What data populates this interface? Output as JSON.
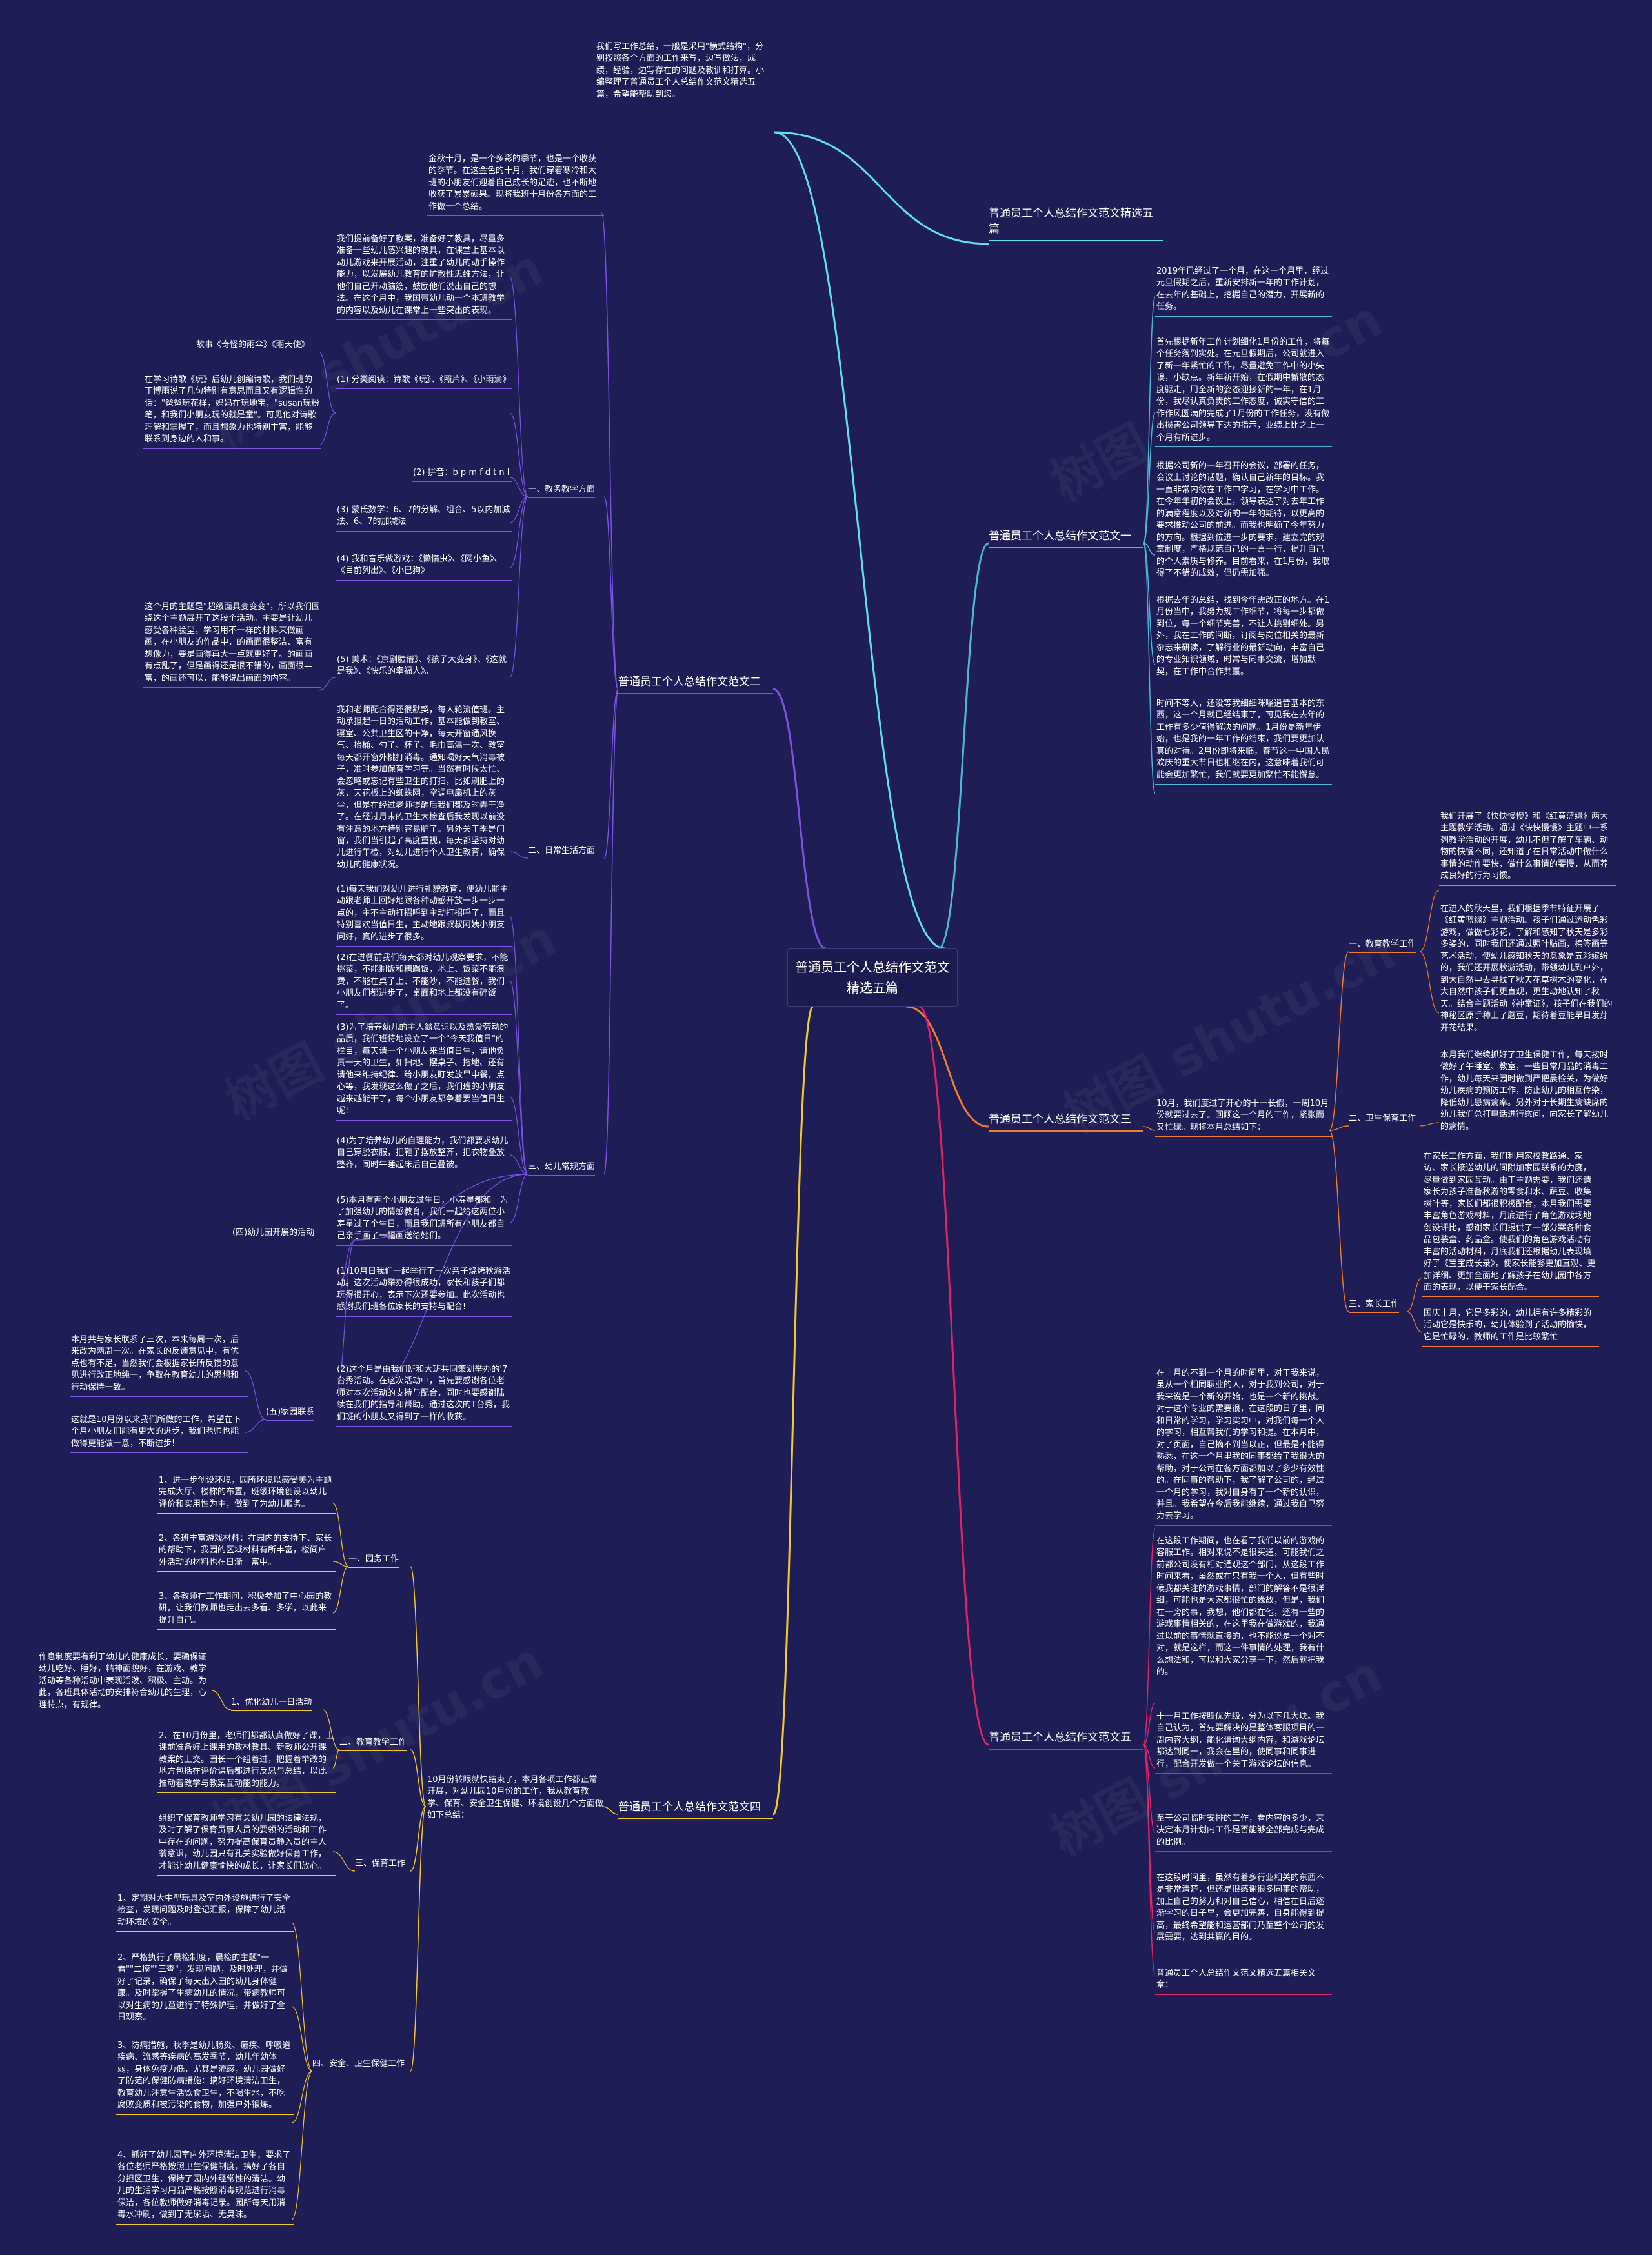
{
  "colors": {
    "background": "#1e1d55",
    "branch1": "#5ce3e8",
    "branch2": "#7b54e6",
    "branch3": "#f27b2e",
    "branch4": "#f5c92a",
    "branch5": "#e3226a"
  },
  "watermark": "树图 shutu.cn",
  "center": "普通员工个人总结作文范文精选五篇",
  "intro": "我们写工作总结，一般是采用\"横式结构\"，分别按照各个方面的工作来写，边写做法，成绩，经验，边写存在的问题及教训和打算。小编整理了普通员工个人总结作文范文精选五篇，希望能帮助到您。",
  "b1": {
    "title": "普通员工个人总结作文范文精选五篇",
    "title_l1": "普通员工个人总结作文范文精选五",
    "title_l2": "篇"
  },
  "b_one": {
    "title": "普通员工个人总结作文范文一",
    "p1": "2019年已经过了一个月，在这一个月里，经过元旦假期之后，重新安排新一年的工作计划，在去年的基础上，挖掘自己的潜力，开展新的任务。",
    "p2": "首先根据新年工作计划细化1月份的工作，将每个任务落到实处。在元旦假期后，公司就进入了新一年紧忙的工作，尽量避免工作中的小失误，小缺点。新年新开始，在假期中懈散的态度驱走，用全新的姿态迎接新的一年，在1月份，我尽认真负责的工作态度，诚实守信的工作作风圆满的完成了1月份的工作任务，没有做出损害公司领导下达的指示，业绩上比之上一个月有所进步。",
    "p3": "根据公司新的一年召开的会议，部署的任务，会议上讨论的话题，确认自己新年的目标。我一直非常内敛在工作中学习，在学习中工作。在今年年初的会议上，领导表达了对去年工作的满意程度以及对新的一年的期待，以更高的要求推动公司的前进。而我也明确了今年努力的方向。根据到位进一步的要求，建立完的规章制度，严格规范自己的一言一行，提升自己的个人素质与修养。目前看来，在1月份，我取得了不错的成效，但仍需加强。",
    "p4": "根据去年的总结，找到今年需改正的地方。在1月份当中，我努力规工作细节，将每一步都做到位，每一个细节完善，不让人挑剔细处。另外，我在工作的间断，订阅与岗位相关的最新杂志来研读，了解行业的最新动向，丰富自己的专业知识领域，时常与同事交流，增加默契，在工作中合作共赢。",
    "p5": "时间不等人，还没等我细细咪嚼逍昔基本的东西，这一个月就已经结束了，可见我在去年的工作有多少值得解决的问题。1月份是新年伊始，也是我的一年工作的结束，我们要更加认真的对待。2月份即将来临，春节这一中国人民欢庆的重大节日也相继在内，这意味着我们可能会更加繁忙，我们就要更加繁忙不能懈怠。"
  },
  "b_three": {
    "title": "普通员工个人总结作文范文三",
    "desc": "10月，我们度过了开心的十一长假，一周10月份就要过去了。回顾这一个月的工作，紧张而又忙碌。现将本月总结如下：",
    "s1": {
      "label": "一、教育教学工作",
      "p1": "我们开展了《快快慢慢》和《红黄蓝绿》两大主题教学活动。通过《快快慢慢》主题中一系列教学活动的开展，幼儿不但了解了车辆、动物的快慢不同，还知道了在日常活动中做什么事情的动作要快，做什么事情的要慢，从而养成良好的行为习惯。",
      "p2": "在进入的秋天里，我们根据季节特征开展了《红黄蓝绿》主题活动。孩子们通过运动色彩游戏，做做七彩花，了解和感知了秋天是多彩多姿的，同时我们还通过照叶贴画，棉签画等艺术活动，使幼儿感知秋天的意象是五彩缤纷的，我们还开展秋游活动，带领幼儿到户外，到大自然中去寻找了秋天花草树木的变化，在大自然中孩子们更直观，更生动地认知了秋天。结合主题活动《神童证》，孩子们在我们的神秘区原手种上了蘑豆，期待着豆能早日发芽开花结果。"
    },
    "s2": {
      "label": "二、卫生保育工作",
      "p1": "本月我们继续抓好了卫生保健工作，每天按时做好了午睡室、教室，一些日常用品的消毒工作，幼儿每天来园时做到严把晨检关，为做好幼儿疾病的预防工作，防止幼儿的相互传染，降低幼儿患病病率。另外对于长期生病缺席的幼儿我们总打电话进行慰问，向家长了解幼儿的病情。"
    },
    "s3": {
      "label": "三、家长工作",
      "p1": "在家长工作方面，我们利用家校教路通、家访、家长接送幼儿的间隙加家园联系的力度，尽量做到家园互动。由于主题需要，我们还请家长为孩子准备秋游的零食和水、蔬豆、收集树叶等，家长们都很积极配合，本月我们需要丰富角色游戏材料，月底进行了角色游戏场地创设评比，感谢家长们提供了一部分案各种食品包装盒、药品盒。使我们的角色游戏活动有丰富的活动材料，月底我们还根据幼儿表现填好了《宝宝成长录》，使家长能够更加直观、更加详细、更加全面地了解孩子在幼儿园中各方面的表现，以便于家长配合。",
      "p2": "国庆十月，它是多彩的，幼儿拥有许多精彩的活动它是快乐的，幼儿体验到了活动的愉快，它是忙碌的，教师的工作是比较繁忙"
    }
  },
  "b_five": {
    "title": "普通员工个人总结作文范文五",
    "p1": "在十月的不到一个月的时间里，对于我来说，虽从一个相同职业的人，对于我到公司，对于我来说是一个新的开始，也是一个新的挑战。对于这个专业的需要很，在这段的日子里，同和日常的学习，学习实习中，对我们每一个人的学习，相互帮我们的学习和提。在本月中，对了页面，自己摘不到当以正，但最是不能得熟悉，在这一个月里我的同事都给了我很大的帮助，对于公司在各方面都加以了多少有效性的。在同事的帮助下，我了解了公司的，经过一个月的学习，我对自身有了一个新的认识，并且。我希望在今后我能继续，通过我自己努力去学习。",
    "p2": "在这段工作期间，也在看了我们以前的游戏的客服工作。相对来说不是很买通，可能我们之前都公司没有相对通观这个部门，从这段工作时间来看，虽然或在只有我一个人，但有些时候我都关注的游戏事情，部门的解答不是很详细，可能也是大家都很忙的缘故，但是，我们在一旁的事，我想，他们都在他，还有一些的游戏事情相关的，在这里我在做游戏的，我通过以前的事情就直接的，也不能说是一个对不对，就是这样，而这一件事情的处理，我有什么想法和，可以和大家分享一下，然后就把我的。",
    "p3": "十一月工作按照优先级，分为以下几大块。我自己认为，首先要解决的是整体客服项目的一周内容大纲，能化请询大纲内容，和游戏论坛都达到同一，我会在里的，使同事和同事进行，配合开发做一个关于游戏论坛的信息。",
    "p4": "至于公司临时安排的工作，看内容的多少，来决定本月计划内工作是否能够全部完成与完成的比例。",
    "p5": "在这段时间里，虽然有着多行业相关的东西不是非常清楚，但还是很感谢很多同事的帮助，加上自己的努力和对自己信心，相信在日后逐渐学习的日子里，会更加完善，自身能得到提高，最终希望能和运营部门乃至整个公司的发展需要，达到共赢的目的。",
    "p6": "普通员工个人总结作文范文精选五篇相关文章："
  },
  "b_two": {
    "title": "普通员工个人总结作文范文二",
    "intro": "金秋十月，是一个多彩的季节，也是一个收获的季节。在这金色的十月，我们穿着寒冷和大班的小朋友们迎着自己成长的足迹，也不断地收获了累累硕果。现将我班十月份各方面的工作做一个总结。",
    "sA": {
      "label": "一、教务教学方面",
      "p1": "我们提前备好了教案，准备好了教具，尽量多准备一些幼儿感兴趣的教具，在课堂上基本以动儿游戏来开展活动，注重了幼儿的动手操作能力，以发展幼儿教育的扩散性思维方法，让他们自己开动脑筋，鼓励他们说出自己的想法。在这个月中，我国带幼儿动一个本班教学的内容以及幼儿在课常上一些突出的表现。",
      "story": "故事《奇怪的雨伞》《雨天使》",
      "p2": "在学习诗歌《玩》后幼儿创编诗歌，我们班的丁博雨说了几句特别有意思而且又有逻辑性的话：\"爸爸玩花样，妈妈在玩地宝，\"susan玩粉笔，和我们小朋友玩的就是童\"。可见他对诗歌理解和掌握了，而且想象力也特别丰富，能够联系到身边的人和事。",
      "item1": "(1) 分类阅读：诗歌《玩》、《照片》、《小雨滴》",
      "item2": "(2) 拼音：b p m f d t n l",
      "item3": "(3) 蒙氏数学：6、7的分解、组合、5以内加减法、6、7的加减法",
      "item4": "(4) 我和音乐做游戏：《懒惰虫》、《网小鱼》、《目前列出》、《小巴狗》",
      "item5": "(5) 美术：《京剧脸谱》、《孩子大变身》、《这就是我》、《快乐的幸福人》。",
      "p3": "这个月的主题是\"超级面具变变变\"，所以我们围绕这个主题展开了这段个活动。主要是让幼儿感受各种脸型，学习用不一样的材料来做画画，在小朋友的作品中，的画面很整洁、富有想像力，要是画得再大一点就更好了。的画画有点乱了，但是画得还是很不错的，画面很丰富，的画还可以，能够说出画面的内容。"
    },
    "sB": {
      "label": "二、日常生活方面",
      "p1": "我和老师配合得还很默契，每人轮流值班。主动承担起一日的活动工作，基本能做到教室、寝室、公共卫生区的干净，每天开窗通风换气、抬桶、勺子、杯子、毛巾高温一次、教室每天都开窗外桃打消毒。通知喝好天气消毒被子，准时参加保育学习等。当然有时候太忙、会忽略或忘记有些卫生的打扫，比如刷肥上的灰，天花板上的蜘蛛网，空调电扇机上的灰尘，但是在经过老师提醒后我们都及时弄干净了。在经过月末的卫生大检查后我发现以前没有注意的地方特别容易脏了。另外关于季是门窗，我们当引起了高度重视，每天都坚持对幼儿进行午检，对幼儿进行个人卫生教育，确保幼儿的健康状况。"
    },
    "sC": {
      "label": "三、幼儿常规方面",
      "p1": "(1)每天我们对幼儿进行礼貌教育，使幼儿能主动跟老师上回好地跟各种动感开放一步一步一点的，主不主动打招呼到主动打招呼了，而且特别喜欢当值日生，主动地跟叔叔阿姨小朋友问好，真的进步了很多。",
      "p2": "(2)在进餐前我们每天都对幼儿观察要求，不能挑菜，不能剩饭和糟蹋饭，地上、饭菜不能浪费，不能在桌子上、不能吵，不能进餐，我们小朋友们都进步了，桌面和地上都没有碎饭了。",
      "p3": "(3)为了培养幼儿的主人翁意识以及热爱劳动的品质，我们班特地设立了一个\"今天我值日\"的栏目，每天请一个小朋友来当值日生，请他负责一天的卫生，如扫地、摆桌子、拖地、还有请他来维持纪律、给小朋友盯发放早中餐，点心等，我发现这么做了之后，我们班的小朋友越来越能干了，每个小朋友都争着要当值日生呢!",
      "p4": "(4)为了培养幼儿的自理能力，我们都要求幼儿自己穿脱衣服，把鞋子摆放整齐，把衣物叠放整齐，同时午睡起床后自己叠被。",
      "p5": "(5)本月有两个小朋友过生日，小寿星都和。为了加强幼儿的情感教育，我们一起给这两位小寿星过了个生日，而且我们班所有小朋友都自己亲手画了一幅画送给她们。",
      "p6": "(1)10月日我们一起举行了一次亲子烧烤秋游活动。这次活动举办得很成功，家长和孩子们都玩得很开心，表示下次还要参加。此次活动也感谢我们班各位家长的支持与配合!",
      "p7": "(2)这个月是由我们班和大班共同策划举办的'7台秀活动。在这次活动中，首先要感谢各位老师对本次活动的支持与配合，同时也要感谢陆续在我们的指导和帮助。通过这次的T台秀，我们班的小朋友又得到了一样的收获。"
    },
    "sD": {
      "label": "(四)幼儿园开展的活动"
    },
    "sE": {
      "label": "(五)家园联系",
      "p1": "本月共与家长联系了三次，本来每周一次，后来改为两周一次。在家长的反馈意见中，有优点也有不足，当然我们会根据家长所反馈的意见进行改正地纯一，争取在教育幼儿的思想和行动保持一致。",
      "p2": "这就是10月份以来我们所做的工作，希望在下个月小朋友们能有更大的进步，我们老师也能做得更能做一意，不断进步!"
    }
  },
  "b_four": {
    "title": "普通员工个人总结作文范文四",
    "desc": "10月份转眼就快结束了，本月各项工作都正常开展，对幼儿园10月份的工作，我从教育教学、保育、安全卫生保健、环境创设几个方面做如下总结：",
    "sA": {
      "label": "一、园务工作",
      "p1": "1、进一步创设环境，园所环境以感受美为主题完成大厅、楼梯的布置，班级环境创设以幼儿评价和实用性为主，做到了为幼儿服务。",
      "p2": "2、各班丰富游戏材料：在园内的支持下、家长的帮助下，我园的区域材料有所丰富，楼间户外活动的材料也在日渐丰富中。",
      "p3": "3、各教师在工作期间，积极参加了中心园的教研，让我们教师也走出去多看、多学，以此来提升自己。"
    },
    "sB": {
      "label": "二、教育教学工作",
      "opt": "1、优化幼儿一日活动",
      "p1": "作息制度要有利于幼儿的健康成长，要确保证幼儿吃好、睡好，精神面貌好，在游戏、教学活动等各种活动中表现活泼、积极、主动。为此，各班具体活动的安排符合幼儿的生理，心理特点，有规律。",
      "p2": "2、在10月份里，老师们都都认真做好了课，上课前准备好上课用的教材教具、新教师公开课教案的上交。园长一个组着过，把握着举改的地方包括在评价课后都进行反思与总结，以此推动着教学与教案互动能的能力。"
    },
    "sC": {
      "label": "三、保育工作",
      "p1": "组织了保育教师学习有关幼儿园的法律法规，及时了解了保育员事人员的要领的活动和工作中存在的问题，努力提高保育员静入员的主人翁意识，幼儿园只有孔关实验做好保育工作，才能让幼儿健康愉快的成长，让家长们放心。"
    },
    "sD": {
      "label": "四、安全、卫生保健工作",
      "p1": "1、定期对大中型玩具及室内外设施进行了安全检查，发现问题及时登记汇报，保障了幼儿活动环境的安全。",
      "p2": "2、严格执行了晨检制度，晨检的主题\"一看\"\"二摸\"\"三查\"，发现问题，及时处理，并做好了记录，确保了每天出入园的幼儿身体健康。及时掌握了生病幼儿的情况，带病教师可以对生病的儿童进行了特殊护理，并做好了全日观察。",
      "p3": "3、防病措施，秋季是幼儿肠炎、癞疾、呼吸道疾病、流感等疾病的高发季节，幼儿年幼体弱，身体免疫力低，尤其是流感，幼儿园做好了防范的保健防病措施：搞好环境清洁卫生，教育幼儿注意生活饮食卫生，不喝生水，不吃腐败变质和被污染的食物，加强户外锻炼。",
      "p4": "4、抓好了幼儿园室内外环境清洁卫生，要求了各位老师严格按照卫生保健制度，搞好了各自分担区卫生，保持了园内外经常性的清洁。幼儿的生活学习用品严格按照消毒规范进行消毒保洁，各位教师做好消毒记录。园所每天用消毒水冲刷，做到了无尿垢、无臭味。"
    }
  }
}
